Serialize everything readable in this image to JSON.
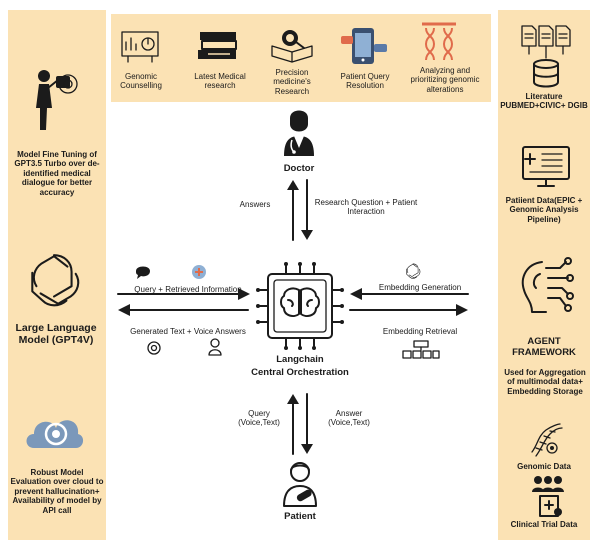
{
  "left": {
    "fine_tuning": "Model Fine Tuning of  GPT3.5 Turbo over de-identified medical dialogue for better accuracy",
    "llm": "Large Language Model (GPT4V)",
    "evaluation": "Robust Model Evaluation over cloud to prevent hallucination+ Availability of model by API call"
  },
  "top": {
    "items": [
      {
        "label": "Genomic Counselling"
      },
      {
        "label": "Latest Medical research"
      },
      {
        "label": "Precision medicine's Research"
      },
      {
        "label": "Patient Query Resolution"
      },
      {
        "label": "Analyzing and prioritizing genomic alterations"
      }
    ]
  },
  "right": {
    "literature": "Literature PUBMED+CIVIC+ DGIB",
    "patient_data": "Patiient Data(EPIC + Genomic Analysis Pipeline)",
    "agent_title": "AGENT FRAMEWORK",
    "agent_desc": "Used for Aggregation of multimodal data+ Embedding Storage",
    "genomic_data": "Genomic Data",
    "clinical_trial": "Clinical Trial Data"
  },
  "center": {
    "doctor": "Doctor",
    "answers": "Answers",
    "research_question": "Research Question + Patient Interaction",
    "query_retrieved": "Query + Retrieved Information",
    "generated_text": "Generated Text + Voice Answers",
    "embedding_generation": "Embedding Generation",
    "embedding_retrieval": "Embedding Retrieval",
    "langchain": "Langchain",
    "orchestration": "Central Orchestration",
    "query_voice": "Query (Voice,Text)",
    "answer_voice": "Answer (Voice,Text)",
    "patient": "Patient"
  }
}
